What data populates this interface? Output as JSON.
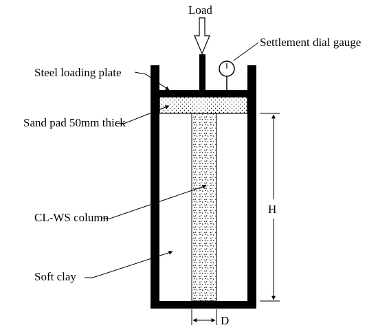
{
  "labels": {
    "load": "Load",
    "settlement_gauge": "Settlement dial gauge",
    "steel_plate": "Steel loading plate",
    "sand_pad": "Sand pad 50mm thick",
    "column": "CL-WS column",
    "soft_clay": "Soft clay",
    "height": "H",
    "diameter": "D"
  },
  "colors": {
    "stroke": "#000000",
    "background": "#ffffff"
  }
}
